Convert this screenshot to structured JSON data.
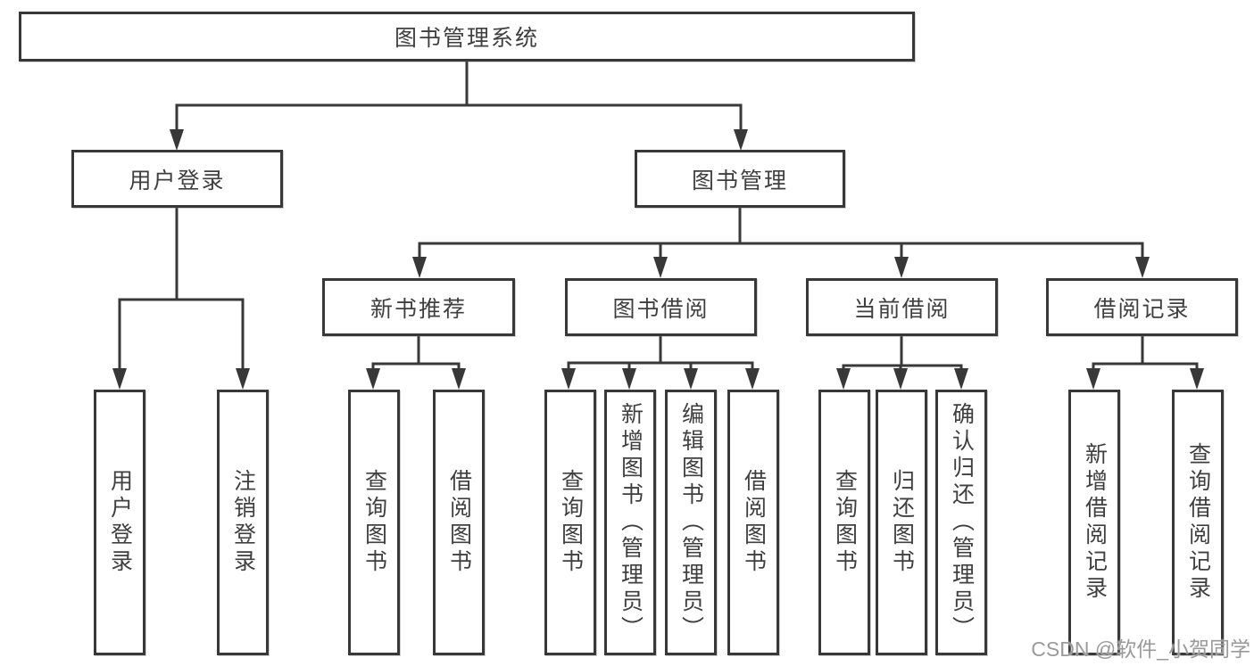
{
  "colors": {
    "line": "#383838",
    "box_border": "#383838",
    "text": "#3f3f3f",
    "background": "#ffffff",
    "watermark": "#9a9a9a"
  },
  "nodes": {
    "root": "图书管理系统",
    "level2": {
      "user_login": "用户登录",
      "book_mgmt": "图书管理"
    },
    "level3": {
      "new_books": "新书推荐",
      "book_borrow": "图书借阅",
      "current_borrow": "当前借阅",
      "borrow_records": "借阅记录"
    },
    "leaves": {
      "user_login": [
        "用户登录",
        "注销登录"
      ],
      "new_books": [
        "查询图书",
        "借阅图书"
      ],
      "book_borrow": [
        "查询图书",
        "新增图书（管理员）",
        "编辑图书（管理员）",
        "借阅图书"
      ],
      "current_borrow": [
        "查询图书",
        "归还图书",
        "确认归还（管理员）"
      ],
      "borrow_records": [
        "新增借阅记录",
        "查询借阅记录"
      ]
    }
  },
  "watermark": "CSDN @软件_小贺同学"
}
